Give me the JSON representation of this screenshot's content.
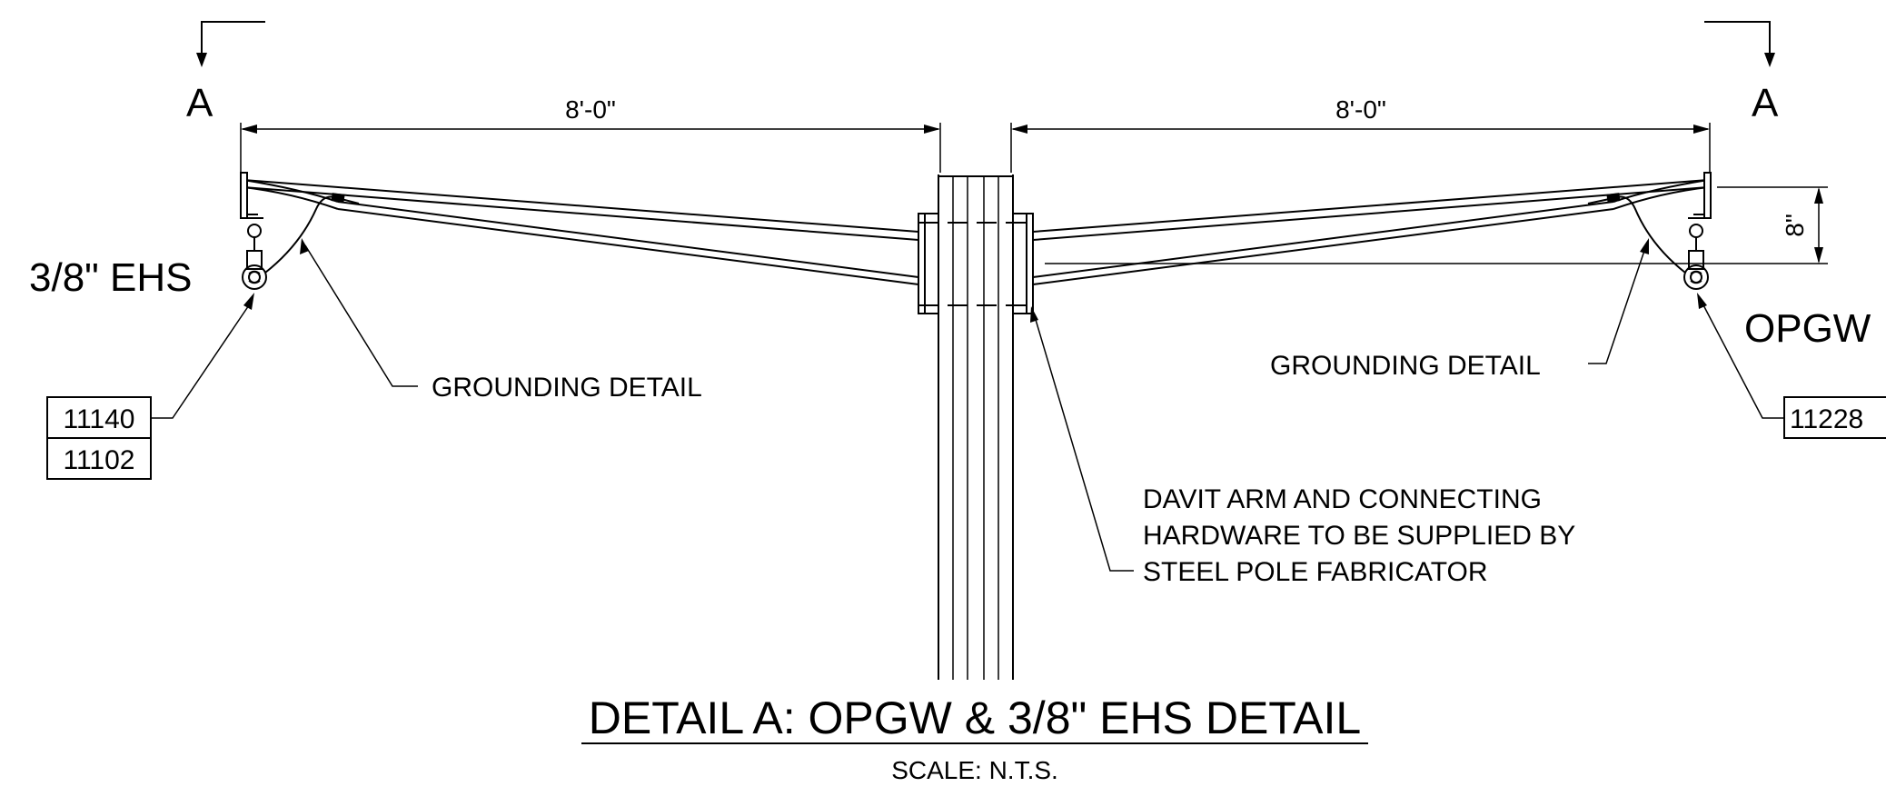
{
  "section_marks": {
    "left": "A",
    "right": "A"
  },
  "dimensions": {
    "left_span": "8'-0\"",
    "right_span": "8'-0\"",
    "vertical_offset": "8\""
  },
  "labels": {
    "left_wire": "3/8\" EHS",
    "right_wire": "OPGW",
    "grounding_left": "GROUNDING DETAIL",
    "grounding_right": "GROUNDING DETAIL",
    "davit_note": [
      "DAVIT ARM AND CONNECTING",
      "HARDWARE TO BE SUPPLIED BY",
      "STEEL POLE FABRICATOR"
    ]
  },
  "callouts": {
    "left": [
      "11140",
      "11102"
    ],
    "right": [
      "11228"
    ]
  },
  "title": "DETAIL A: OPGW & 3/8\" EHS DETAIL",
  "scale": "SCALE:  N.T.S."
}
